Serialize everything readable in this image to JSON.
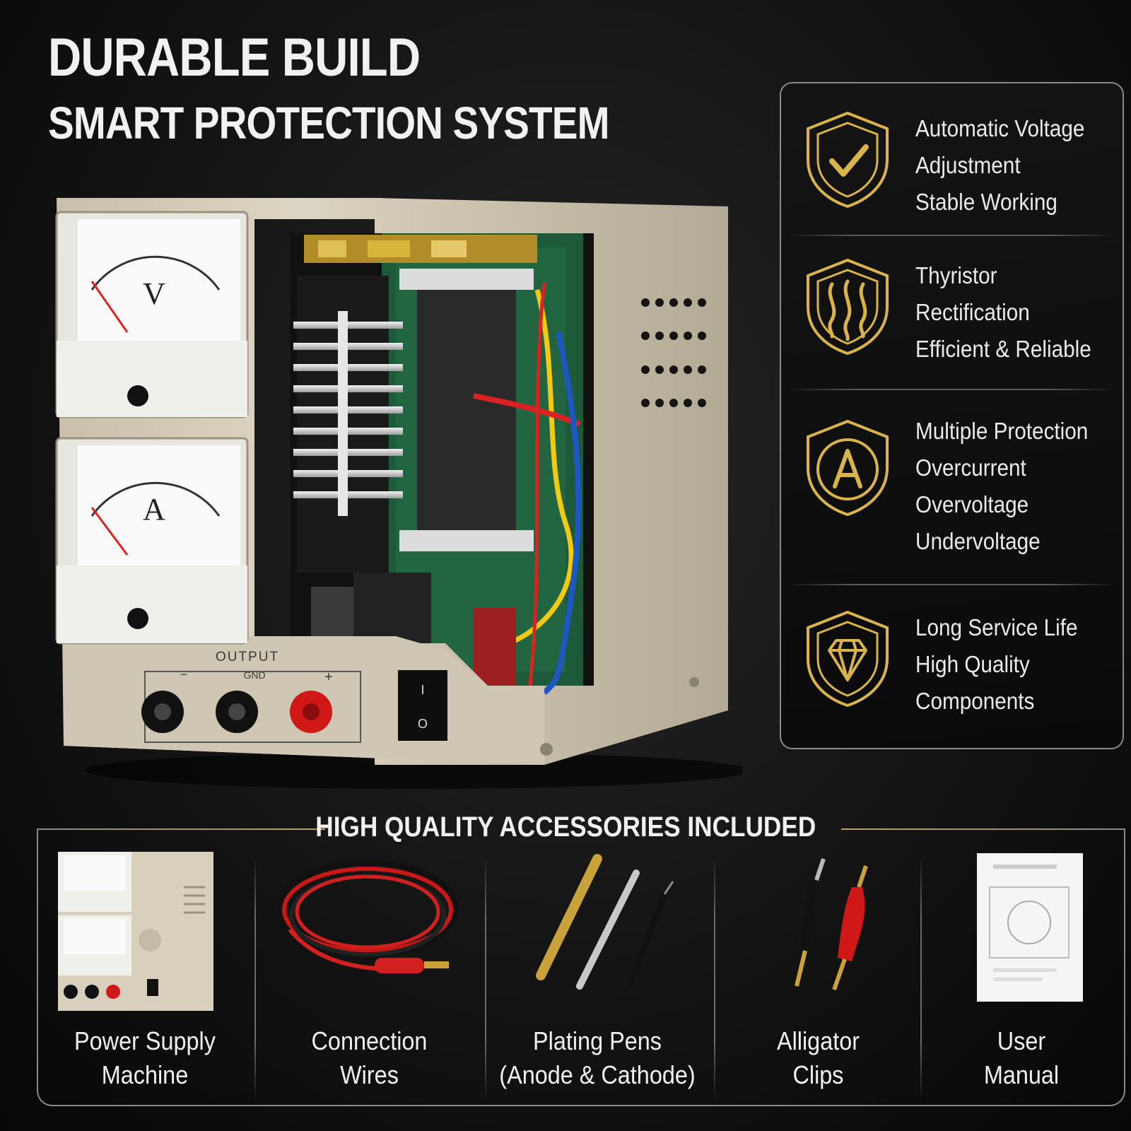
{
  "header": {
    "title": "DURABLE BUILD",
    "subtitle": "SMART PROTECTION SYSTEM"
  },
  "machine": {
    "output_label": "OUTPUT",
    "gnd_label": "GND",
    "minus_label": "−",
    "plus_label": "+",
    "voltmeter_label": "V",
    "ammeter_label": "A",
    "switch_on": "I",
    "switch_off": "O"
  },
  "features": [
    {
      "icon": "shield-check-icon",
      "lines": [
        "Automatic Voltage",
        "Adjustment",
        "Stable Working"
      ]
    },
    {
      "icon": "thyristor-shield-icon",
      "lines": [
        "Thyristor",
        "Rectification",
        "Efficient & Reliable"
      ]
    },
    {
      "icon": "ampere-shield-icon",
      "lines": [
        "Multiple Protection",
        "Overcurrent",
        "Overvoltage",
        "Undervoltage"
      ]
    },
    {
      "icon": "diamond-shield-icon",
      "lines": [
        "Long Service Life",
        "High Quality",
        "Components"
      ]
    }
  ],
  "accessories": {
    "title": "HIGH QUALITY ACCESSORIES INCLUDED",
    "items": [
      {
        "icon": "power-supply-icon",
        "lines": [
          "Power Supply",
          "Machine"
        ]
      },
      {
        "icon": "wires-icon",
        "lines": [
          "Connection",
          "Wires"
        ]
      },
      {
        "icon": "plating-pens-icon",
        "lines": [
          "Plating Pens",
          "(Anode & Cathode)"
        ]
      },
      {
        "icon": "alligator-clips-icon",
        "lines": [
          "Alligator",
          "Clips"
        ]
      },
      {
        "icon": "manual-icon",
        "lines": [
          "User",
          "Manual"
        ]
      }
    ]
  },
  "colors": {
    "gold": "#d9b44a",
    "panel_border": "#8a8a8a",
    "housing": "#d8d0bd",
    "red": "#d62020"
  }
}
